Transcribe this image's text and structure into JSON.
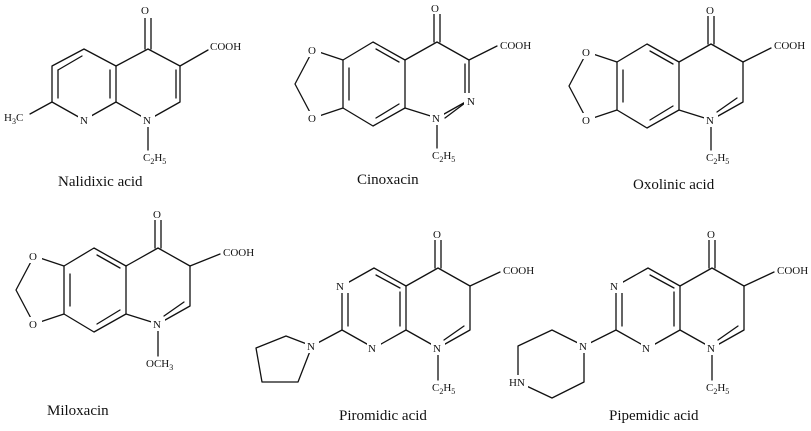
{
  "molecules": [
    {
      "name": "Nalidixic acid",
      "atoms": {
        "o_keto": "O",
        "cooh": "COOH",
        "n_ring1": "N",
        "n_ring2": "N",
        "sub_c": "C",
        "sub_2": "2",
        "sub_h": "H",
        "sub_5": "5",
        "me_h": "H",
        "me_3": "3",
        "me_c": "C"
      }
    },
    {
      "name": "Cinoxacin",
      "atoms": {
        "o_keto": "O",
        "cooh": "COOH",
        "o_top": "O",
        "o_bot": "O",
        "n_ring1": "N",
        "n_ring2": "N",
        "sub_c": "C",
        "sub_2": "2",
        "sub_h": "H",
        "sub_5": "5"
      }
    },
    {
      "name": "Oxolinic acid",
      "atoms": {
        "o_keto": "O",
        "cooh": "COOH",
        "o_top": "O",
        "o_bot": "O",
        "n_ring": "N",
        "sub_c": "C",
        "sub_2": "2",
        "sub_h": "H",
        "sub_5": "5"
      }
    },
    {
      "name": "Miloxacin",
      "atoms": {
        "o_keto": "O",
        "cooh": "COOH",
        "o_top": "O",
        "o_bot": "O",
        "n_ring": "N",
        "sub": "OCH",
        "sub_3": "3"
      }
    },
    {
      "name": "Piromidic acid",
      "atoms": {
        "o_keto": "O",
        "cooh": "COOH",
        "n_top": "N",
        "n_mid": "N",
        "n_ring": "N",
        "n_pyr": "N",
        "sub_c": "C",
        "sub_2": "2",
        "sub_h": "H",
        "sub_5": "5"
      }
    },
    {
      "name": "Pipemidic acid",
      "atoms": {
        "o_keto": "O",
        "cooh": "COOH",
        "n_top": "N",
        "n_mid": "N",
        "n_ring": "N",
        "n_pip": "N",
        "hn": "HN",
        "sub_c": "C",
        "sub_2": "2",
        "sub_h": "H",
        "sub_5": "5"
      }
    }
  ]
}
